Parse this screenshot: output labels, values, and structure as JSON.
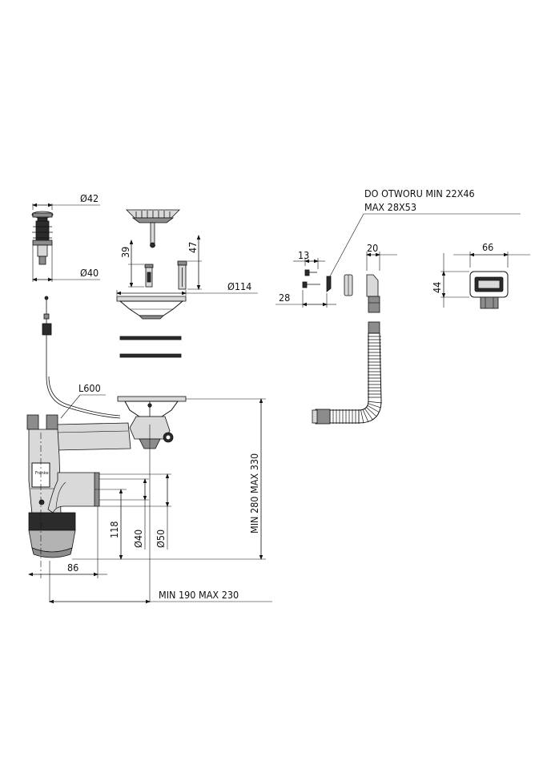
{
  "labels": {
    "dia_42": "Ø42",
    "dia_40_top": "Ø40",
    "dim_39": "39",
    "dim_47": "47",
    "dia_114": "Ø114",
    "l600": "L600",
    "hole_line1": "DO OTWORU MIN 22X46",
    "hole_line2": "MAX 28X53",
    "dim_13": "13",
    "dim_28": "28",
    "dim_20": "20",
    "dim_66": "66",
    "dim_44": "44",
    "height_range": "MIN 280 MAX 330",
    "dim_118": "118",
    "dia_40_bottom": "Ø40",
    "dia_50": "Ø50",
    "dim_86": "86",
    "width_range": "MIN 190 MAX 230"
  }
}
